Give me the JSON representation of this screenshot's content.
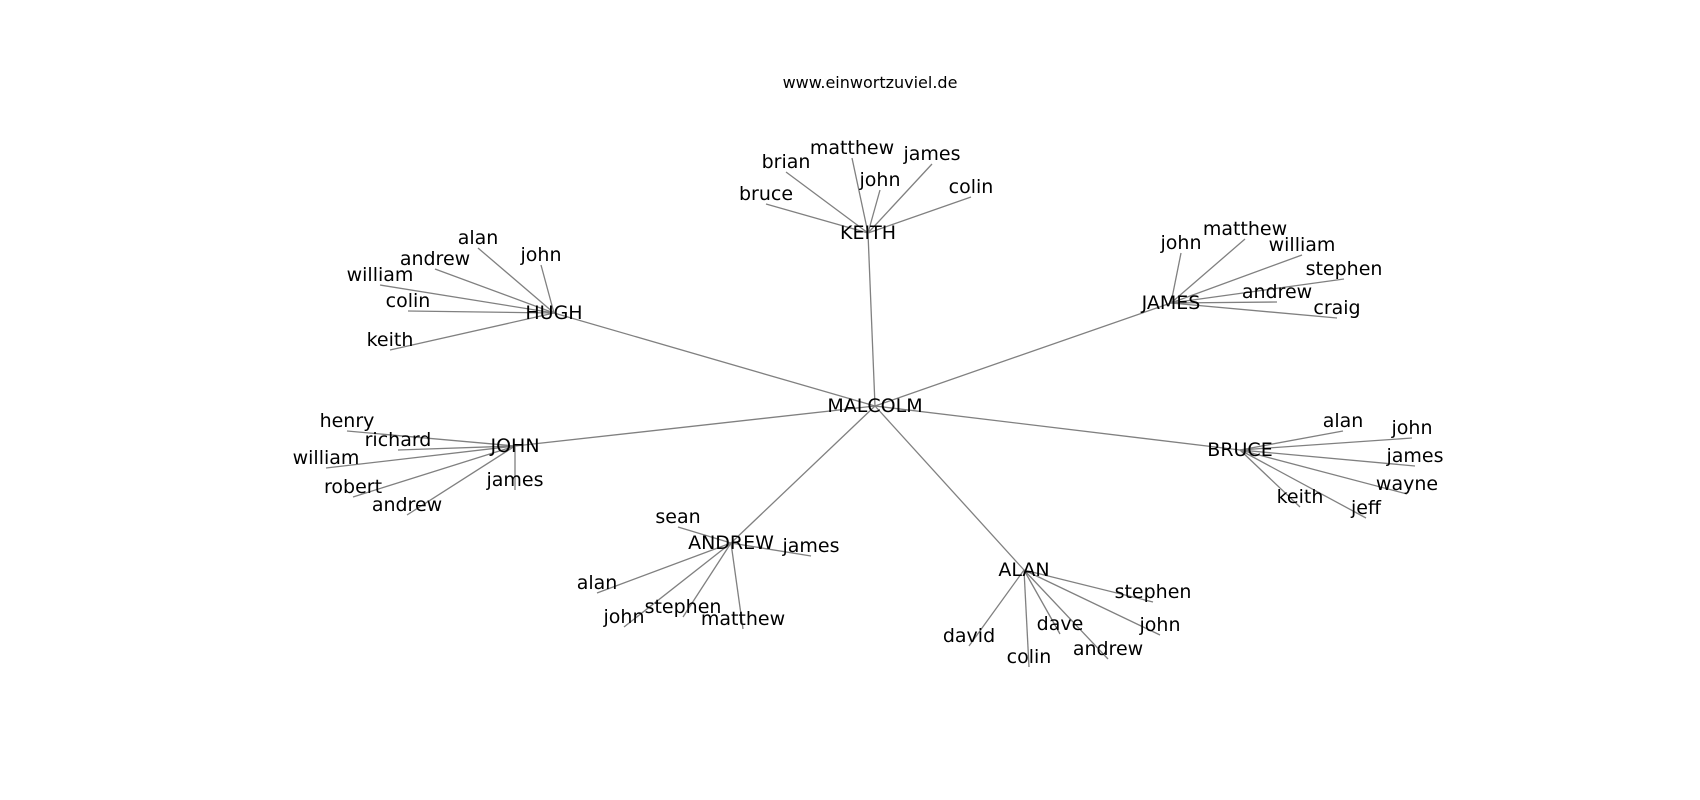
{
  "header": {
    "title": "www.einwortzuviel.de"
  },
  "colors": {
    "edge": "#808080",
    "text": "#000000",
    "background": "#ffffff"
  },
  "graph": {
    "root": "MALCOLM",
    "branches": [
      {
        "name": "KEITH",
        "children": [
          "bruce",
          "brian",
          "matthew",
          "john",
          "james",
          "colin"
        ]
      },
      {
        "name": "HUGH",
        "children": [
          "alan",
          "andrew",
          "william",
          "colin",
          "keith",
          "john"
        ]
      },
      {
        "name": "JAMES",
        "children": [
          "john",
          "matthew",
          "william",
          "stephen",
          "andrew",
          "craig"
        ]
      },
      {
        "name": "JOHN",
        "children": [
          "henry",
          "richard",
          "william",
          "robert",
          "andrew",
          "james"
        ]
      },
      {
        "name": "BRUCE",
        "children": [
          "alan",
          "john",
          "james",
          "wayne",
          "keith",
          "jeff"
        ]
      },
      {
        "name": "ANDREW",
        "children": [
          "sean",
          "james",
          "alan",
          "john",
          "stephen",
          "matthew"
        ]
      },
      {
        "name": "ALAN",
        "children": [
          "stephen",
          "john",
          "dave",
          "andrew",
          "colin",
          "david"
        ]
      }
    ]
  }
}
